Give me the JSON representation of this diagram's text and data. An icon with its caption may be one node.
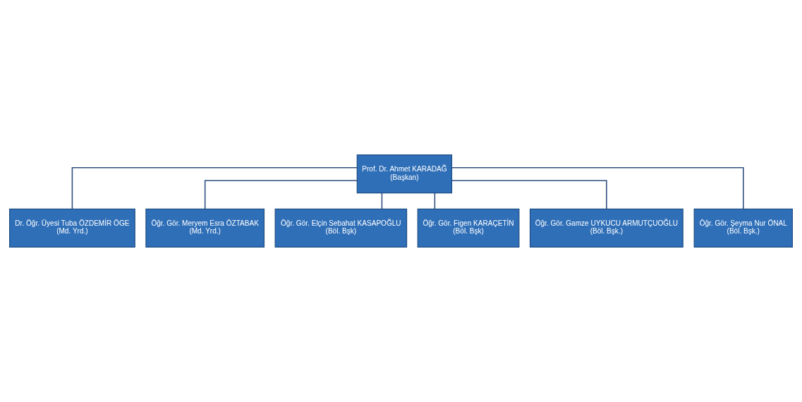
{
  "diagram": {
    "nodes": [
      {
        "text": [
          "Prof. Dr. Ahmet KARADAĞ",
          "(Başkan)"
        ]
      },
      {
        "text": [
          "Dr. Öğr. Üyesi Tuba ÖZDEMİR ÖGE",
          "(Md. Yrd.)"
        ]
      },
      {
        "text": [
          "Öğr. Gör. Meryem Esra ÖZTABAK",
          "(Md. Yrd.)"
        ]
      },
      {
        "text": [
          "Öğr. Gör. Elçin Sebahat KASAPOĞLU",
          "(Böl. Bşk)"
        ]
      },
      {
        "text": [
          "Öğr. Gör. Figen KARAÇETİN",
          "(Böl. Bşk)"
        ]
      },
      {
        "text": [
          "Öğr. Gör. Gamze UYKUCU ARMUTÇUOĞLU",
          "(Böl. Bşk.)"
        ]
      },
      {
        "text": [
          "Öğr. Gör. Şeyma Nur ÖNAL",
          "(Böl. Bşk.)"
        ]
      }
    ],
    "edges": [
      {
        "from": 0,
        "to": 1,
        "arrow": "none"
      },
      {
        "from": 0,
        "to": 2,
        "arrow": "none"
      },
      {
        "from": 0,
        "to": 3,
        "arrow": "none"
      },
      {
        "from": 0,
        "to": 4,
        "arrow": "none"
      },
      {
        "from": 0,
        "to": 5,
        "arrow": "none"
      },
      {
        "from": 0,
        "to": 6,
        "arrow": "none"
      }
    ]
  }
}
